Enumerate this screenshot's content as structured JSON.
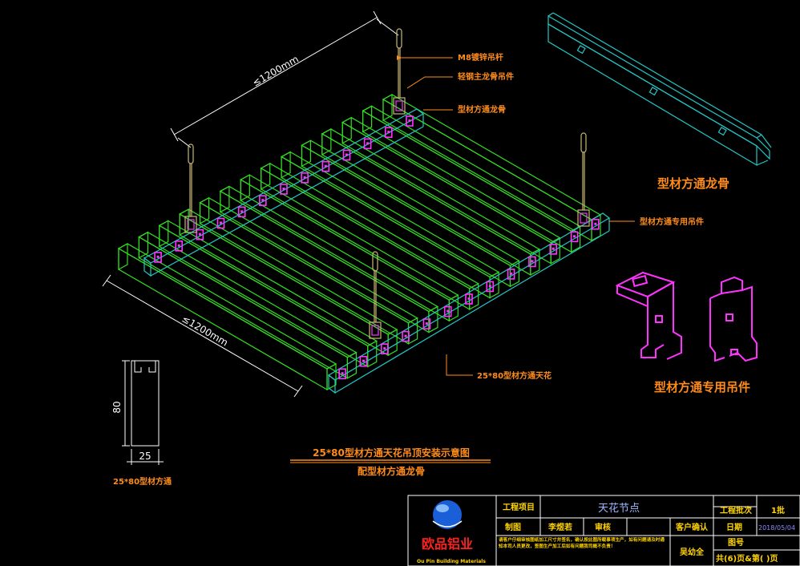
{
  "labels": {
    "m8_rod": "M8镀锌吊杆",
    "main_keel_hanger": "轻钢主龙骨吊件",
    "profile_keel": "型材方通龙骨",
    "special_hanger": "型材方通专用吊件",
    "ceiling_25x80": "25*80型材方通天花",
    "section_label": "25*80型材方通"
  },
  "big_labels": {
    "profile_keel_title": "型材方通龙骨",
    "special_hanger_title": "型材方通专用吊件"
  },
  "dimensions": {
    "top_span": "≤1200mm",
    "bottom_span": "≤1200mm",
    "section_height": "80",
    "section_width": "25"
  },
  "title": {
    "main": "25*80型材方通天花吊顶安装示意图",
    "sub": "配型材方通龙骨"
  },
  "title_block": {
    "company": "欧品铝业",
    "company_en": "Ou Pin Building Materials",
    "project_label": "工程项目",
    "project_value": "天花节点",
    "batch_label": "工程批次",
    "batch_value": "1批",
    "drawn_label": "制图",
    "drawn_value": "李煜若",
    "review_label": "审核",
    "client_confirm_label": "客户确认",
    "date_label": "日期",
    "date_value": "2018/05/04",
    "drawing_no_label": "图号",
    "signature": "吴幼全",
    "pages": "共(6)页&第(  )页",
    "notice": "请客户仔细审核图纸加工尺寸并签名，确认按此图所载事项生产，如有问题请及时通知本司人员更改，签图生产加工后如有问题我司概不负责！"
  },
  "colors": {
    "background": "#000000",
    "green_tube": "#33dd22",
    "cyan_keel": "#22c8c8",
    "magenta_clip": "#ff33ff",
    "rod": "#c8b878",
    "label_orange": "#ff8c1a",
    "title_yellow": "#ffd400"
  }
}
